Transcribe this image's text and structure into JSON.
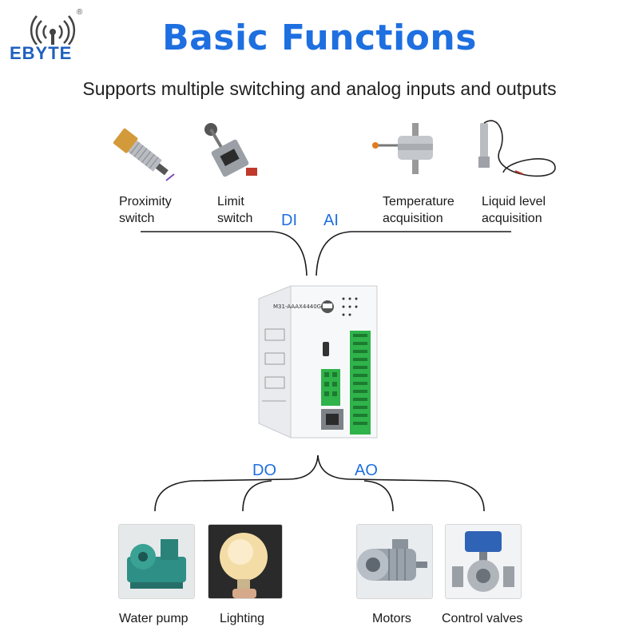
{
  "brand": {
    "name": "EBYTE",
    "registered": "®"
  },
  "header": {
    "title": "Basic Functions",
    "subtitle": "Supports multiple switching and analog inputs and outputs"
  },
  "inputs": [
    {
      "label": "Proximity switch",
      "icon": "proximity-switch-icon"
    },
    {
      "label": "Limit switch",
      "icon": "limit-switch-icon"
    },
    {
      "label": "Temperature acquisition",
      "icon": "temperature-sensor-icon"
    },
    {
      "label": "Liquid level acquisition",
      "icon": "liquid-level-sensor-icon"
    }
  ],
  "channels": {
    "di": "DI",
    "ai": "AI",
    "do": "DO",
    "ao": "AO"
  },
  "device": {
    "model": "M31-AAAX4440G",
    "icon": "io-module-device"
  },
  "outputs": [
    {
      "label": "Water pump",
      "icon": "water-pump-image"
    },
    {
      "label": "Lighting",
      "icon": "light-bulb-image"
    },
    {
      "label": "Motors",
      "icon": "motor-image"
    },
    {
      "label": "Control valves",
      "icon": "control-valve-image"
    }
  ],
  "colors": {
    "accent": "#1e6fe0",
    "brand": "#1f5fbf",
    "terminal_green": "#2fb34a",
    "line": "#1a1a1a"
  }
}
